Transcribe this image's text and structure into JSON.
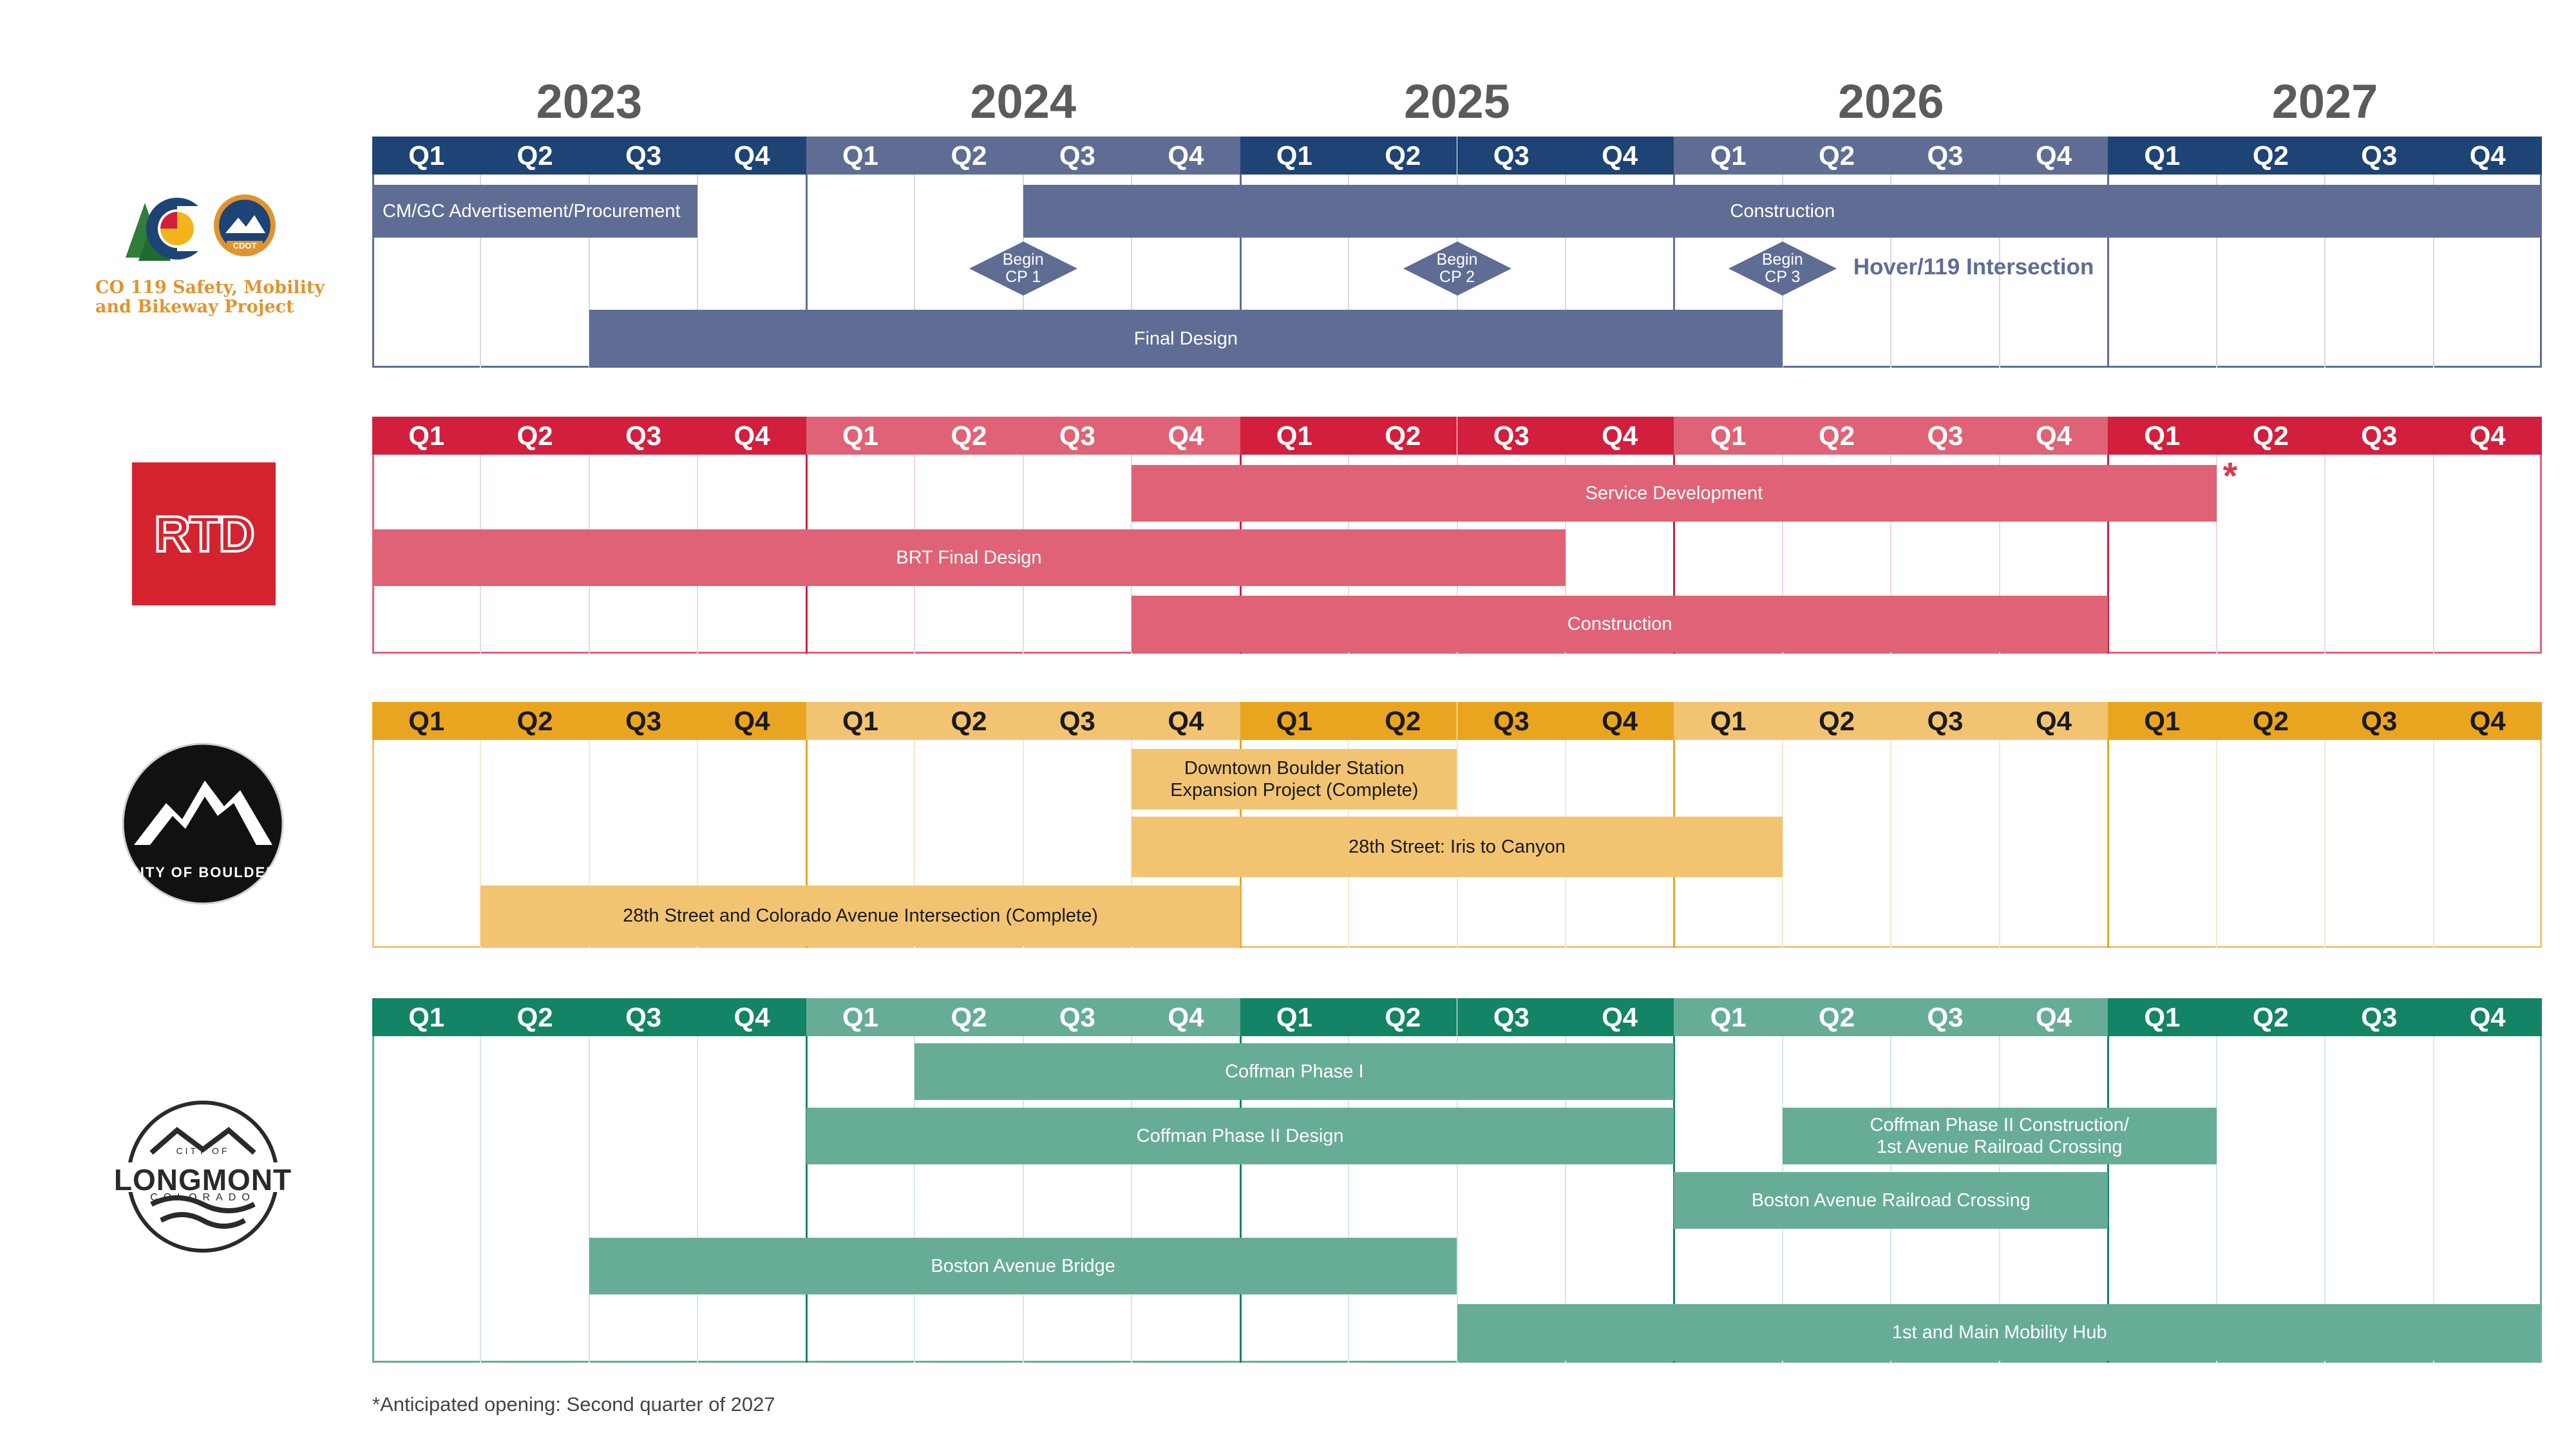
{
  "chart_data": {
    "type": "gantt",
    "years": [
      "2023",
      "2024",
      "2025",
      "2026",
      "2027"
    ],
    "quarter_labels": [
      "Q1",
      "Q2",
      "Q3",
      "Q4"
    ],
    "timeline_start": "2023-Q1",
    "timeline_end": "2027-Q4",
    "sections": [
      {
        "id": "cdot",
        "logo_caption": [
          "CO 119 Safety, Mobility",
          "and Bikeway Project"
        ],
        "logo_badge": "CDOT",
        "colors": {
          "header_dark": "#1e4375",
          "header_light": "#5f6d94",
          "bar": "#5f6d94",
          "bar_text": "#ffffff",
          "header_text": "#ffffff",
          "grid": "#d6d9e3",
          "year_line": "#5f6d94",
          "frame": "#5f6d94"
        },
        "rows": 3,
        "bars": [
          {
            "label": "CM/GC Advertisement/Procurement",
            "start": 0.0,
            "end": 3.0,
            "row": 0,
            "align": "left"
          },
          {
            "label": "Construction",
            "start": 6.0,
            "end": 20.0,
            "row": 0
          },
          {
            "label": "Final Design",
            "start": 2.0,
            "end": 13.0,
            "row": 2
          }
        ],
        "milestones": [
          {
            "label": [
              "Begin",
              "CP 1"
            ],
            "at": 6.0
          },
          {
            "label": [
              "Begin",
              "CP 2"
            ],
            "at": 10.0
          },
          {
            "label": [
              "Begin",
              "CP 3"
            ],
            "at": 13.0
          }
        ],
        "milestone_note": "Hover/119 Intersection"
      },
      {
        "id": "rtd",
        "logo_text": "RTD",
        "colors": {
          "header_dark": "#d11f3d",
          "header_light": "#e06276",
          "bar": "#e06276",
          "bar_text": "#ffffff",
          "header_text": "#ffffff",
          "grid": "#f1d6da",
          "year_line": "#d11f3d",
          "frame": "#e06276"
        },
        "rows": 3,
        "bars": [
          {
            "label": "Service Development",
            "start": 7.0,
            "end": 17.0,
            "row": 0
          },
          {
            "label": "BRT Final Design",
            "start": 0.0,
            "end": 11.0,
            "row": 1
          },
          {
            "label": "Construction",
            "start": 7.0,
            "end": 16.0,
            "row": 2
          }
        ],
        "asterisk": {
          "text": "*",
          "at": 17.0,
          "row": 0
        }
      },
      {
        "id": "boulder",
        "logo_text": "CITY OF BOULDER",
        "colors": {
          "header_dark": "#eaa520",
          "header_light": "#f2c472",
          "bar": "#f2c472",
          "bar_text": "#1a1a1a",
          "header_text": "#1a1a1a",
          "grid": "#f7e8cc",
          "year_line": "#eaa520",
          "frame": "#f2c472"
        },
        "rows": 3,
        "bars": [
          {
            "label": [
              "Downtown Boulder Station",
              "Expansion Project (Complete)"
            ],
            "start": 7.0,
            "end": 10.0,
            "row": 0
          },
          {
            "label": "28th Street: Iris to Canyon",
            "start": 7.0,
            "end": 13.0,
            "row": 1
          },
          {
            "label": "28th Street and Colorado Avenue Intersection (Complete)",
            "start": 1.0,
            "end": 8.0,
            "row": 2
          }
        ]
      },
      {
        "id": "longmont",
        "logo_text": {
          "top": "CITY OF",
          "main": "LONGMONT",
          "bottom": "COLORADO"
        },
        "colors": {
          "header_dark": "#138466",
          "header_light": "#67ac97",
          "bar": "#67ac97",
          "bar_text": "#ffffff",
          "header_text": "#ffffff",
          "grid": "#d6e9e2",
          "year_line": "#138466",
          "frame": "#67ac97"
        },
        "rows": 5,
        "bars": [
          {
            "label": "Coffman Phase I",
            "start": 5.0,
            "end": 12.0,
            "row": 0
          },
          {
            "label": "Coffman Phase II Design",
            "start": 4.0,
            "end": 12.0,
            "row": 1
          },
          {
            "label": [
              "Coffman Phase II Construction/",
              "1st Avenue Railroad Crossing"
            ],
            "start": 13.0,
            "end": 17.0,
            "row": 1
          },
          {
            "label": "Boston Avenue Railroad Crossing",
            "start": 12.0,
            "end": 16.0,
            "row": 2
          },
          {
            "label": "Boston Avenue Bridge",
            "start": 2.0,
            "end": 10.0,
            "row": 3
          },
          {
            "label": "1st and Main Mobility Hub",
            "start": 10.0,
            "end": 20.0,
            "row": 4
          }
        ]
      }
    ],
    "footnote": "*Anticipated opening: Second quarter of 2027"
  }
}
